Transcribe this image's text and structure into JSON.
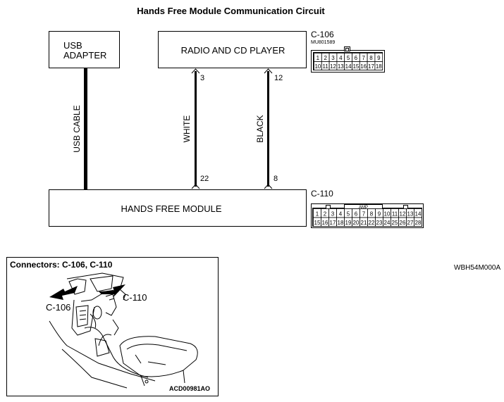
{
  "title": "Hands Free Module Communication Circuit",
  "blocks": {
    "usb_adapter": [
      "USB",
      "ADAPTER"
    ],
    "radio": "RADIO AND CD PLAYER",
    "hands_free": "HANDS FREE MODULE"
  },
  "wires": {
    "usb_cable": "USB CABLE",
    "white": "WHITE",
    "black": "BLACK",
    "white_top_pin": "3",
    "white_bottom_pin": "22",
    "black_top_pin": "12",
    "black_bottom_pin": "8"
  },
  "connectors": {
    "c106": {
      "name": "C-106",
      "part": "MU801589",
      "row1": [
        "1",
        "2",
        "3",
        "4",
        "5",
        "6",
        "7",
        "8",
        "9"
      ],
      "row2": [
        "10",
        "11",
        "12",
        "13",
        "14",
        "15",
        "16",
        "17",
        "18"
      ]
    },
    "c110": {
      "name": "C-110",
      "tag": "AMP",
      "row1": [
        "1",
        "2",
        "3",
        "4",
        "5",
        "6",
        "7",
        "8",
        "9",
        "10",
        "11",
        "12",
        "13",
        "14"
      ],
      "row2": [
        "15",
        "16",
        "17",
        "18",
        "19",
        "20",
        "21",
        "22",
        "23",
        "24",
        "25",
        "26",
        "27",
        "28"
      ]
    }
  },
  "figure_code": "WBH54M000A",
  "location": {
    "title": "Connectors: C-106, C-110",
    "label_left": "C-106",
    "label_right": "C-110",
    "code": "ACD00981AO"
  }
}
